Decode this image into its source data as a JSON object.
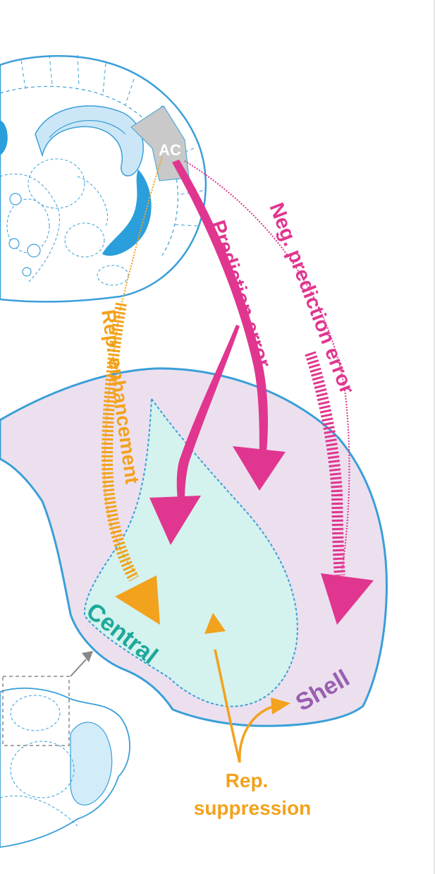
{
  "labels": {
    "ac": "AC",
    "neg_prediction_error": "Neg. prediction error",
    "prediction_error": "Prediction error",
    "rep_enhancement": "Rep. enhancement",
    "central": "Central",
    "shell": "Shell",
    "rep_suppression_1": "Rep.",
    "rep_suppression_2": "suppression"
  },
  "colors": {
    "outline_blue": "#3a9fd8",
    "ventricle_blue": "#2b9fdc",
    "magenta": "#e0368f",
    "orange": "#f2a21c",
    "teal_text": "#1ea99a",
    "purple_text": "#9a5fb0",
    "shell_fill": "#ece0ef",
    "central_fill": "#d4f2ee",
    "ac_gray": "#c9c9c9",
    "dashed_gray": "#888888"
  }
}
